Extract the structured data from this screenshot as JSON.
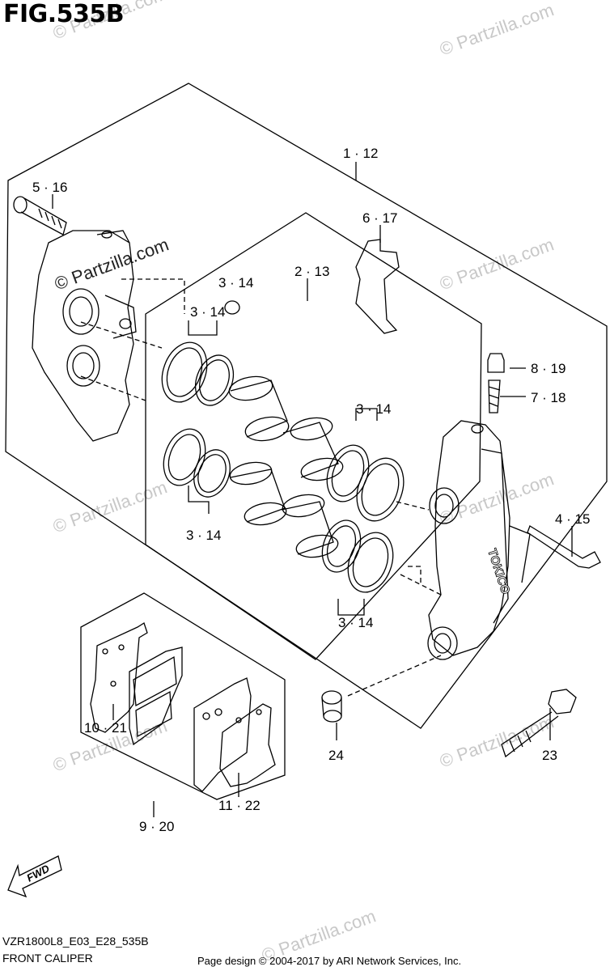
{
  "figure": {
    "title": "FIG.535B"
  },
  "callouts": {
    "c_1_12": "1 · 12",
    "c_5_16": "5 · 16",
    "c_6_17": "6 · 17",
    "c_2_13": "2 · 13",
    "c_3_14_a": "3 · 14",
    "c_3_14_b": "3 · 14",
    "c_3_14_c": "3 · 14",
    "c_3_14_d": "3 · 14",
    "c_3_14_e": "3 · 14",
    "c_8_19": "8 · 19",
    "c_7_18": "7 · 18",
    "c_4_15": "4 · 15",
    "c_10_21": "10 · 21",
    "c_11_22": "11 · 22",
    "c_9_20": "9 · 20",
    "c_24": "24",
    "c_23": "23"
  },
  "watermarks": {
    "w1": "© Partzilla.com",
    "w2": "© Partzilla.com",
    "w3": "© Partzilla.com",
    "w4": "© Partzilla.com",
    "w5": "© Partzilla.com",
    "w6": "© Partzilla.com",
    "w7": "© Partzilla.com",
    "w8": "© Partzilla.com",
    "w9": "© Partzilla.com"
  },
  "caliper_brand": "TOKICO",
  "fwd_label": "FWD",
  "footer": {
    "code": "VZR1800L8_E03_E28_535B",
    "caption": "FRONT CALIPER",
    "credit": "Page design © 2004-2017 by ARI Network Services, Inc."
  }
}
